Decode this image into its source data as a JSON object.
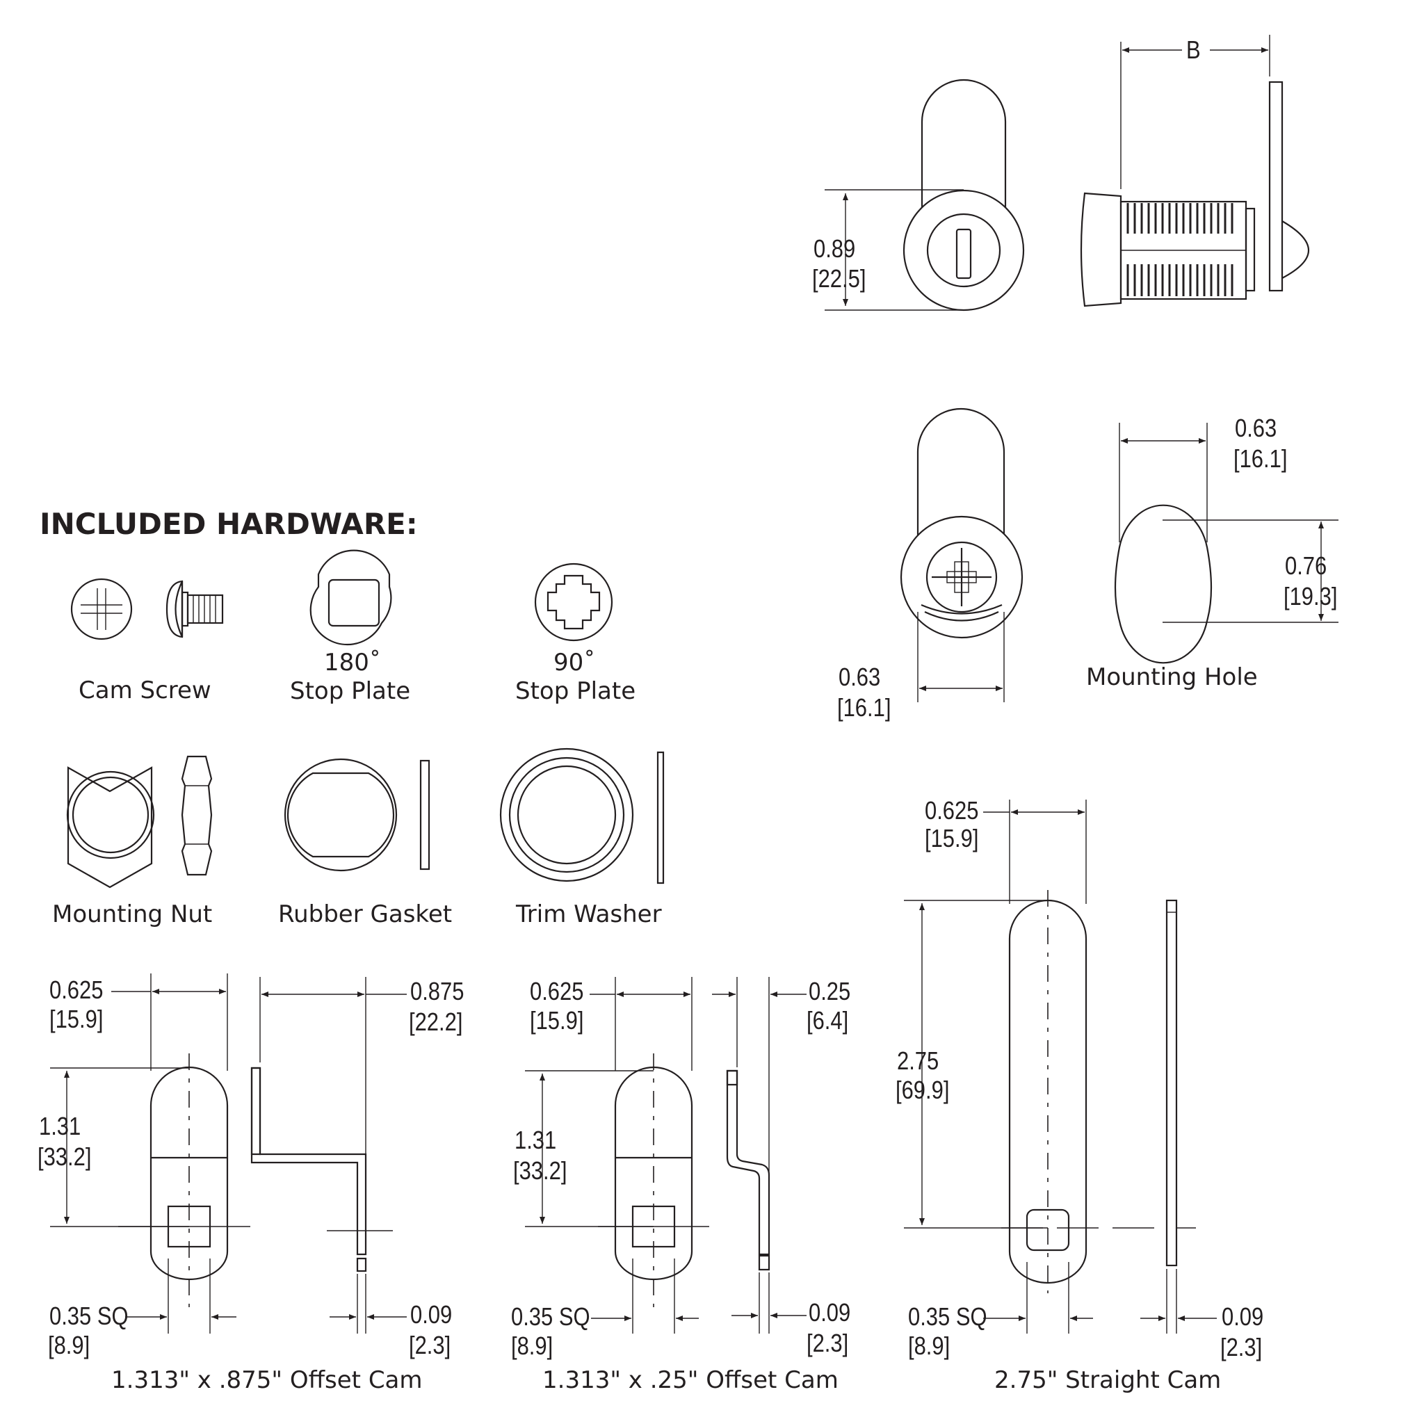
{
  "title": "INCLUDED HARDWARE:",
  "hardware": {
    "cam_screw": "Cam Screw",
    "stop180_deg": "180˚",
    "stop180_label": "Stop Plate",
    "stop90_deg": "90˚",
    "stop90_label": "Stop Plate",
    "mounting_nut": "Mounting Nut",
    "rubber_gasket": "Rubber Gasket",
    "trim_washer": "Trim Washer"
  },
  "lock_views": {
    "dim_b": "B",
    "face_diam_in": "0.89",
    "face_diam_mm": "[22.5]",
    "rear_width_in": "0.63",
    "rear_width_mm": "[16.1]",
    "hole_width_in": "0.63",
    "hole_width_mm": "[16.1]",
    "hole_height_in": "0.76",
    "hole_height_mm": "[19.3]",
    "mounting_hole": "Mounting Hole"
  },
  "cams": [
    {
      "caption": "1.313\" x .875\" Offset Cam",
      "width_in": "0.625",
      "width_mm": "[15.9]",
      "offset_in": "0.875",
      "offset_mm": "[22.2]",
      "length_in": "1.31",
      "length_mm": "[33.2]",
      "square_in": "0.35 SQ",
      "square_mm": "[8.9]",
      "thick_in": "0.09",
      "thick_mm": "[2.3]"
    },
    {
      "caption": "1.313\" x .25\" Offset Cam",
      "width_in": "0.625",
      "width_mm": "[15.9]",
      "offset_in": "0.25",
      "offset_mm": "[6.4]",
      "length_in": "1.31",
      "length_mm": "[33.2]",
      "square_in": "0.35 SQ",
      "square_mm": "[8.9]",
      "thick_in": "0.09",
      "thick_mm": "[2.3]"
    },
    {
      "caption": "2.75\" Straight Cam",
      "width_in": "0.625",
      "width_mm": "[15.9]",
      "length_in": "2.75",
      "length_mm": "[69.9]",
      "square_in": "0.35 SQ",
      "square_mm": "[8.9]",
      "thick_in": "0.09",
      "thick_mm": "[2.3]"
    }
  ]
}
